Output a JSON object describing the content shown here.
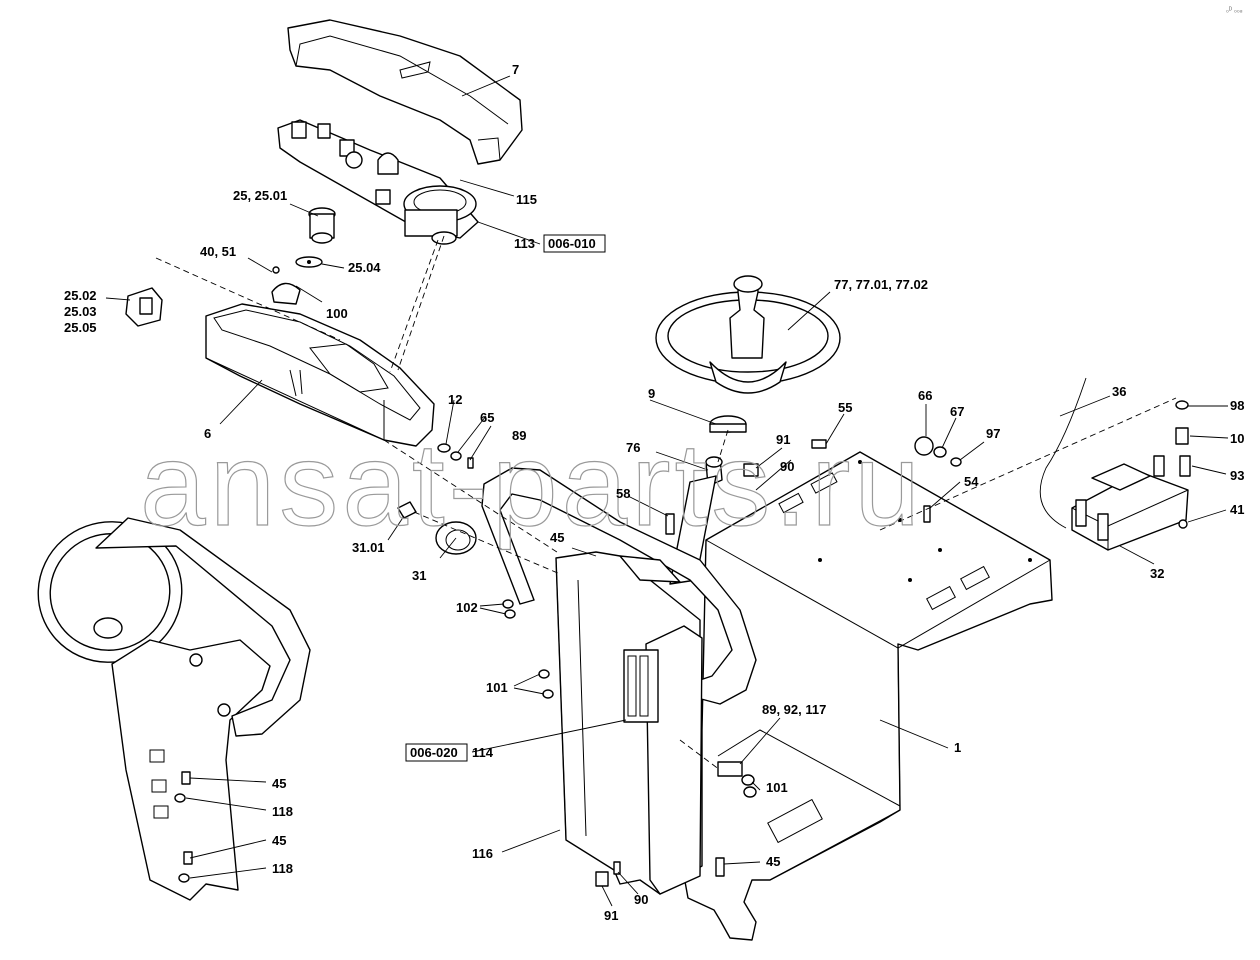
{
  "watermark": "ansat-parts.ru",
  "corner_code": "₀ᴰ ₀₀₈",
  "labels": {
    "p7": "7",
    "p115": "115",
    "p113": "113",
    "ref_006_010": "006-010",
    "p25_2501": "25, 25.01",
    "p40_51": "40, 51",
    "p25_04": "25.04",
    "p100": "100",
    "p25_02": "25.02",
    "p25_03": "25.03",
    "p25_05": "25.05",
    "p6": "6",
    "p12": "12",
    "p65": "65",
    "p89": "89",
    "p76": "76",
    "p58": "58",
    "p31_01": "31.01",
    "p31": "31",
    "p45_top": "45",
    "p102": "102",
    "p101_left": "101",
    "ref_006_020": "006-020",
    "p114": "114",
    "p116": "116",
    "p91_bottom": "91",
    "p90_bottom": "90",
    "p77": "77, 77.01, 77.02",
    "p9": "9",
    "p55": "55",
    "p91_top": "91",
    "p90_top": "90",
    "p66": "66",
    "p67": "67",
    "p97": "97",
    "p54": "54",
    "p36": "36",
    "p98": "98",
    "p10": "10",
    "p93": "93",
    "p41": "41",
    "p32": "32",
    "p1": "1",
    "p89_92_117": "89, 92, 117",
    "p101_right": "101",
    "p45_bottom": "45",
    "p45_left1": "45",
    "p118_1": "118",
    "p45_left2": "45",
    "p118_2": "118"
  }
}
